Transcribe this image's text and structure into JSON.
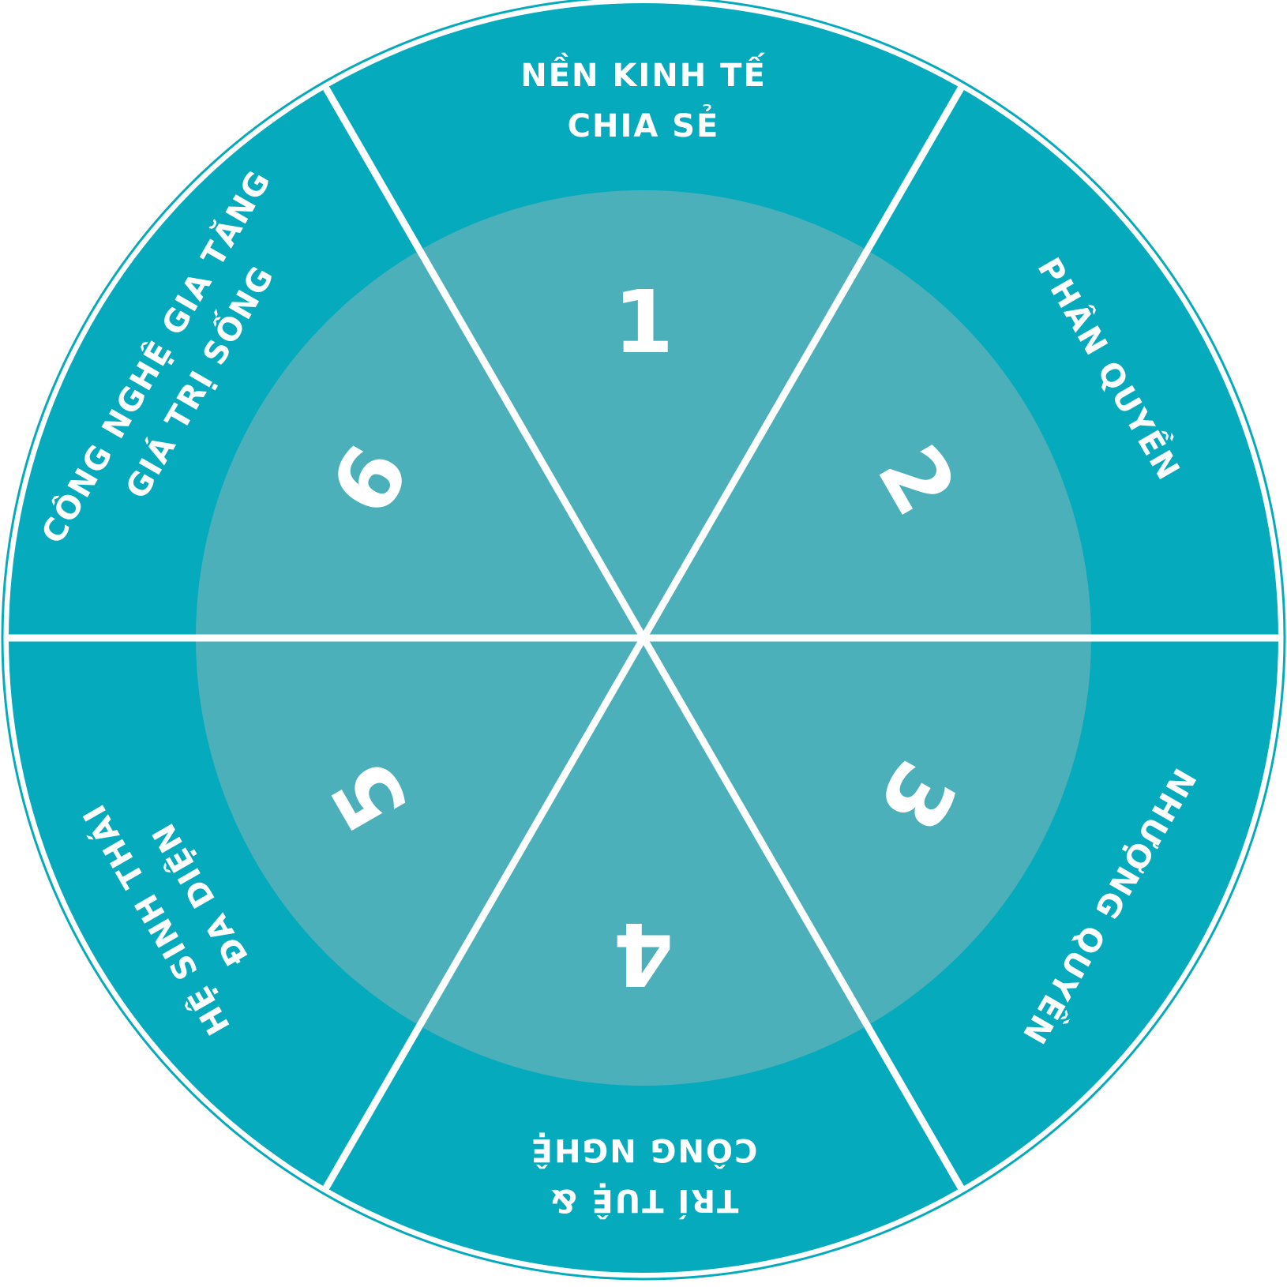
{
  "diagram": {
    "colors": {
      "outer_ring": "#05aabc",
      "inner_disc": "#4cb0bb",
      "divider": "#ffffff",
      "text": "#ffffff",
      "outline": "#05aabc"
    },
    "segments": [
      {
        "number": "1",
        "lines": [
          "NỀN KINH TẾ",
          "CHIA SẺ"
        ]
      },
      {
        "number": "2",
        "lines": [
          "PHÂN QUYỀN"
        ]
      },
      {
        "number": "3",
        "lines": [
          "NHƯỢNG QUYỀN"
        ]
      },
      {
        "number": "4",
        "lines": [
          "TRÍ TUỆ &",
          "CÔNG NGHỆ"
        ]
      },
      {
        "number": "5",
        "lines": [
          "HỆ SINH THÁI",
          "ĐA DIỆN"
        ]
      },
      {
        "number": "6",
        "lines": [
          "CÔNG NGHỆ GIA TĂNG",
          "GIÁ TRỊ SỐNG"
        ]
      }
    ]
  }
}
